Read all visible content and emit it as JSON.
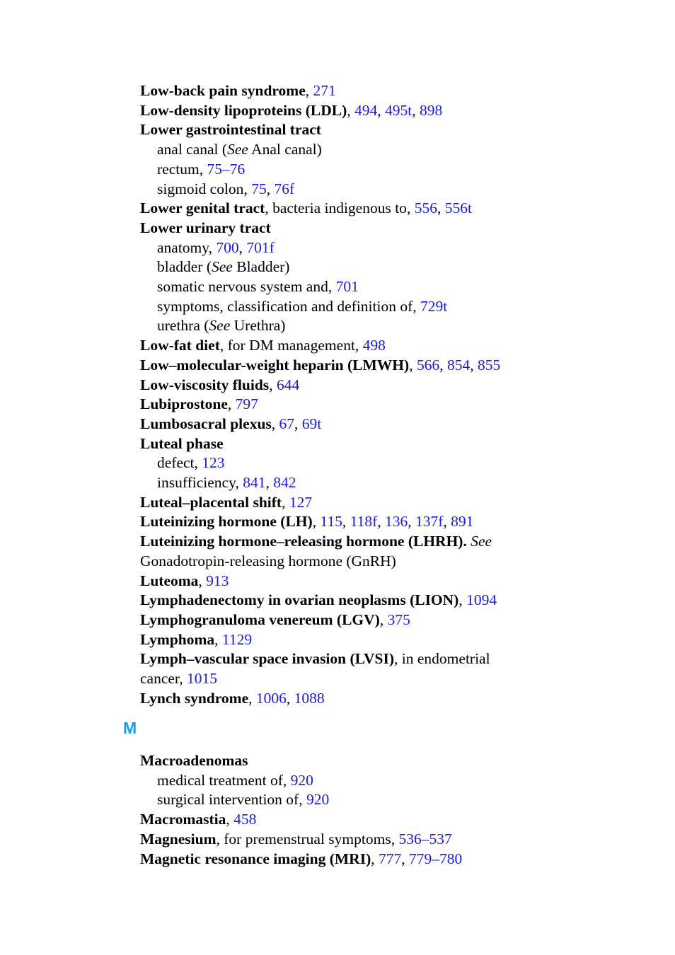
{
  "section_a": [
    {
      "kind": "main",
      "term": "Low-back pain syndrome",
      "refs": [
        "271"
      ]
    },
    {
      "kind": "main",
      "term": "Low-density lipoproteins (LDL)",
      "refs": [
        "494",
        "495t",
        "898"
      ]
    },
    {
      "kind": "main",
      "term": "Lower gastrointestinal tract",
      "refs": []
    },
    {
      "kind": "sub",
      "pre": "anal canal (",
      "see": "See",
      "post": " Anal canal)",
      "refs": []
    },
    {
      "kind": "sub",
      "pre": "rectum",
      "refs": [
        "75–76"
      ]
    },
    {
      "kind": "sub",
      "pre": "sigmoid colon",
      "refs": [
        "75",
        "76f"
      ]
    },
    {
      "kind": "main",
      "term": "Lower genital tract",
      "rest": ", bacteria indigenous to",
      "refs": [
        "556",
        "556t"
      ]
    },
    {
      "kind": "main",
      "term": "Lower urinary tract",
      "refs": []
    },
    {
      "kind": "sub",
      "pre": "anatomy",
      "refs": [
        "700",
        "701f"
      ]
    },
    {
      "kind": "sub",
      "pre": "bladder (",
      "see": "See",
      "post": " Bladder)",
      "refs": []
    },
    {
      "kind": "sub",
      "pre": "somatic nervous system and",
      "refs": [
        "701"
      ]
    },
    {
      "kind": "sub",
      "pre": "symptoms, classification and definition of",
      "refs": [
        "729t"
      ]
    },
    {
      "kind": "sub",
      "pre": "urethra (",
      "see": "See",
      "post": " Urethra)",
      "refs": []
    },
    {
      "kind": "main",
      "term": "Low-fat diet",
      "rest": ", for DM management",
      "refs": [
        "498"
      ]
    },
    {
      "kind": "main",
      "term": "Low–molecular-weight heparin (LMWH)",
      "refs": [
        "566",
        "854",
        "855"
      ]
    },
    {
      "kind": "main",
      "term": "Low-viscosity fluids",
      "refs": [
        "644"
      ]
    },
    {
      "kind": "main",
      "term": "Lubiprostone",
      "refs": [
        "797"
      ]
    },
    {
      "kind": "main",
      "term": "Lumbosacral plexus",
      "refs": [
        "67",
        "69t"
      ]
    },
    {
      "kind": "main",
      "term": "Luteal phase",
      "refs": []
    },
    {
      "kind": "sub",
      "pre": "defect",
      "refs": [
        "123"
      ]
    },
    {
      "kind": "sub",
      "pre": "insufficiency",
      "refs": [
        "841",
        "842"
      ]
    },
    {
      "kind": "main",
      "term": "Luteal–placental shift",
      "refs": [
        "127"
      ]
    },
    {
      "kind": "main",
      "term": "Luteinizing hormone (LH)",
      "refs": [
        "115",
        "118f",
        "136",
        "137f",
        "891"
      ]
    },
    {
      "kind": "main",
      "term": "Luteinizing hormone–releasing hormone (LHRH).",
      "see": " See",
      "refs": []
    },
    {
      "kind": "cont",
      "pre": "Gonadotropin-releasing hormone (GnRH)",
      "refs": []
    },
    {
      "kind": "main",
      "term": "Luteoma",
      "refs": [
        "913"
      ]
    },
    {
      "kind": "main",
      "term": "Lymphadenectomy in ovarian neoplasms (LION)",
      "refs": [
        "1094"
      ]
    },
    {
      "kind": "main",
      "term": "Lymphogranuloma venereum (LGV)",
      "refs": [
        "375"
      ]
    },
    {
      "kind": "main",
      "term": "Lymphoma",
      "refs": [
        "1129"
      ]
    },
    {
      "kind": "main",
      "term": "Lymph–vascular space invasion (LVSI)",
      "rest": ", in endometrial",
      "refs": []
    },
    {
      "kind": "cont",
      "pre": "cancer",
      "refs": [
        "1015"
      ]
    },
    {
      "kind": "main",
      "term": "Lynch syndrome",
      "refs": [
        "1006",
        "1088"
      ]
    }
  ],
  "letter_heading": "M",
  "section_b": [
    {
      "kind": "main",
      "term": "Macroadenomas",
      "refs": []
    },
    {
      "kind": "sub",
      "pre": "medical treatment of",
      "refs": [
        "920"
      ]
    },
    {
      "kind": "sub",
      "pre": "surgical intervention of",
      "refs": [
        "920"
      ]
    },
    {
      "kind": "main",
      "term": "Macromastia",
      "refs": [
        "458"
      ]
    },
    {
      "kind": "main",
      "term": "Magnesium",
      "rest": ", for premenstrual symptoms",
      "refs": [
        "536–537"
      ]
    },
    {
      "kind": "main",
      "term": "Magnetic resonance imaging (MRI)",
      "refs": [
        "777",
        "779–780"
      ]
    }
  ],
  "colors": {
    "link": "#1a1adb",
    "letter_heading": "#0aa0e6",
    "text": "#000000"
  }
}
